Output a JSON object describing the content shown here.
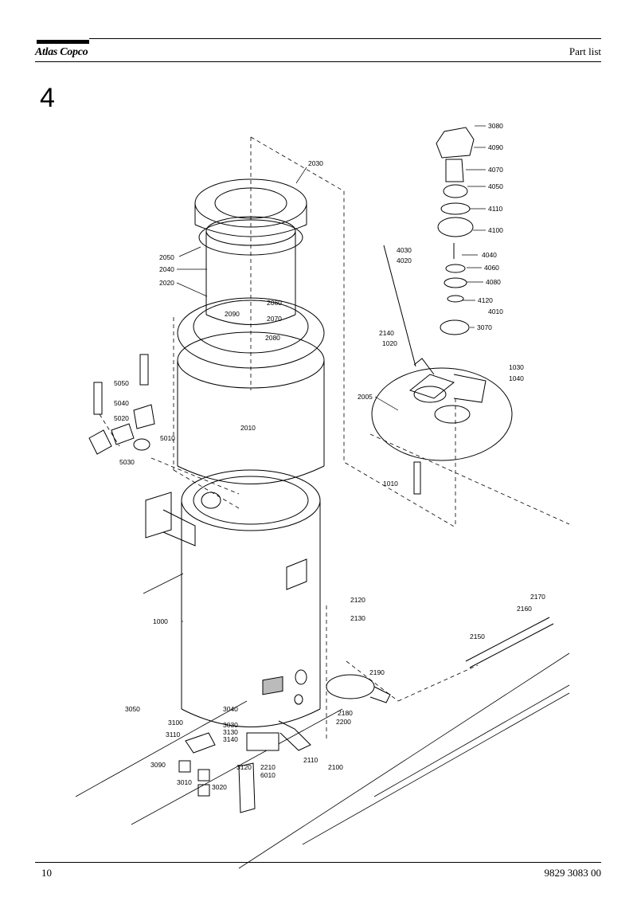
{
  "header": {
    "brand": "Atlas Copco",
    "title": "Part list"
  },
  "section": {
    "number": "4"
  },
  "footer": {
    "page_number": "10",
    "document_number": "9829 3083 00"
  },
  "callouts": [
    "3080",
    "4090",
    "4070",
    "4050",
    "4110",
    "4100",
    "4030",
    "4020",
    "4040",
    "4060",
    "4080",
    "4120",
    "4010",
    "3070",
    "2030",
    "2050",
    "2040",
    "2020",
    "2060",
    "2070",
    "2090",
    "2080",
    "2140",
    "1020",
    "1030",
    "1040",
    "2005",
    "5050",
    "5040",
    "5020",
    "5010",
    "5030",
    "2010",
    "1010",
    "1000",
    "2120",
    "2130",
    "2170",
    "2160",
    "2150",
    "2190",
    "2180",
    "2200",
    "3050",
    "3040",
    "3100",
    "3030",
    "3110",
    "3130",
    "3140",
    "3090",
    "3120",
    "2210",
    "6010",
    "3010",
    "3020",
    "2110",
    "2100"
  ]
}
